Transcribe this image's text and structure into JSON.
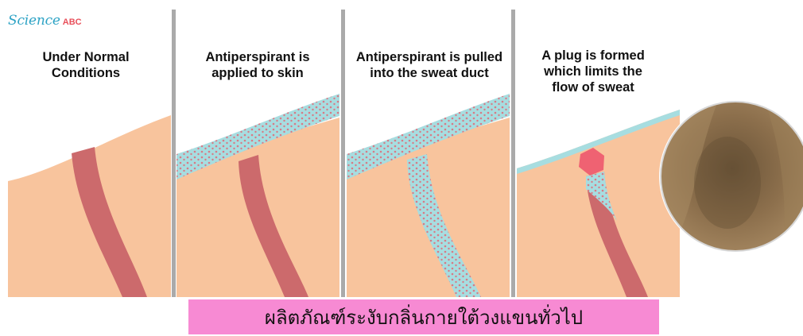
{
  "logo": {
    "science": "Science",
    "abc": "ABC"
  },
  "panels": [
    {
      "title_line1": "Under Normal",
      "title_line2": "Conditions"
    },
    {
      "title_line1": "Antiperspirant is",
      "title_line2": "applied to skin"
    },
    {
      "title_line1": "Antiperspirant is pulled",
      "title_line2": "into the sweat duct"
    },
    {
      "title_line1": "A plug is formed",
      "title_line2": "which limits the",
      "title_line3": "flow of sweat"
    }
  ],
  "caption": "ผลิตภัณฑ์ระงับกลิ่นกายใต้วงแขนทั่วไป",
  "colors": {
    "skin": "#f8c49d",
    "duct": "#cc6a6c",
    "antiperspirant_layer": "#a7dde0",
    "particles": "#d77b86",
    "plug": "#ef6272",
    "divider": "#aaaaaa",
    "caption_bg": "#f78ad3"
  }
}
